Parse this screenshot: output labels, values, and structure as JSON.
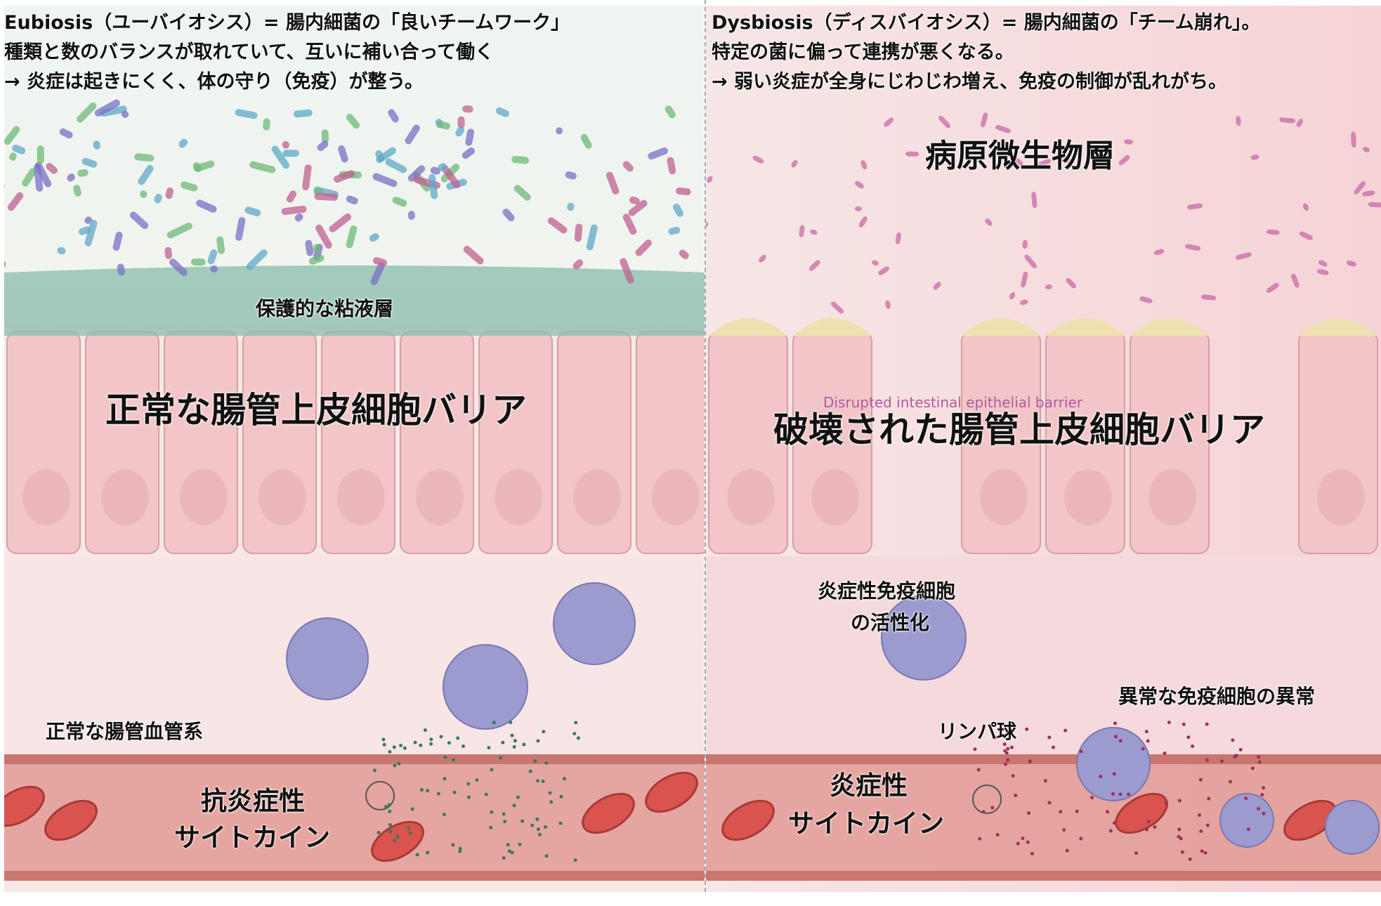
{
  "eubiosis": {
    "header": [
      "Eubiosis（ユーバイオシス）= 腸内細菌の「良いチームワーク」",
      "種類と数のバランスが取れていて、互いに補い合って働く",
      "→ 炎症は起きにくく、体の守り（免疫）が整う。"
    ],
    "mucus_label": "保護的な粘液層",
    "barrier_label": "正常な腸管上皮細胞バリア",
    "vasculature_label": "正常な腸管血管系",
    "cytokine_label": [
      "抗炎症性",
      "サイトカイン"
    ]
  },
  "dysbiosis": {
    "header": [
      "Dysbiosis（ディスバイオシス）= 腸内細菌の「チーム崩れ」。",
      "特定の菌に偏って連携が悪くなる。",
      "→ 弱い炎症が全身にじわじわ増え、免疫の制御が乱れがち。"
    ],
    "pathogen_label": "病原微生物層",
    "barrier_label_en": "Disrupted intestinal epithelial barrier",
    "barrier_label": "破壊された腸管上皮細胞バリア",
    "immune_activation_label": [
      "炎症性免疫細胞",
      "の活性化"
    ],
    "abnormal_label": "異常な免疫細胞の異常",
    "lymphocyte_label": "リンパ球",
    "cytokine_label": [
      "炎症性",
      "サイトカイン"
    ]
  },
  "colors": {
    "mucus": "#8fbfb0",
    "epithelium": "#f2c6c8",
    "vessel": "#e29a94",
    "rbc": "#d9534f",
    "immune": "#9c9bd0",
    "bacteria_good": [
      "#7b6fc4",
      "#5fa8c8",
      "#6fb878",
      "#c06090"
    ],
    "bacteria_bad": "#c86aa6"
  }
}
